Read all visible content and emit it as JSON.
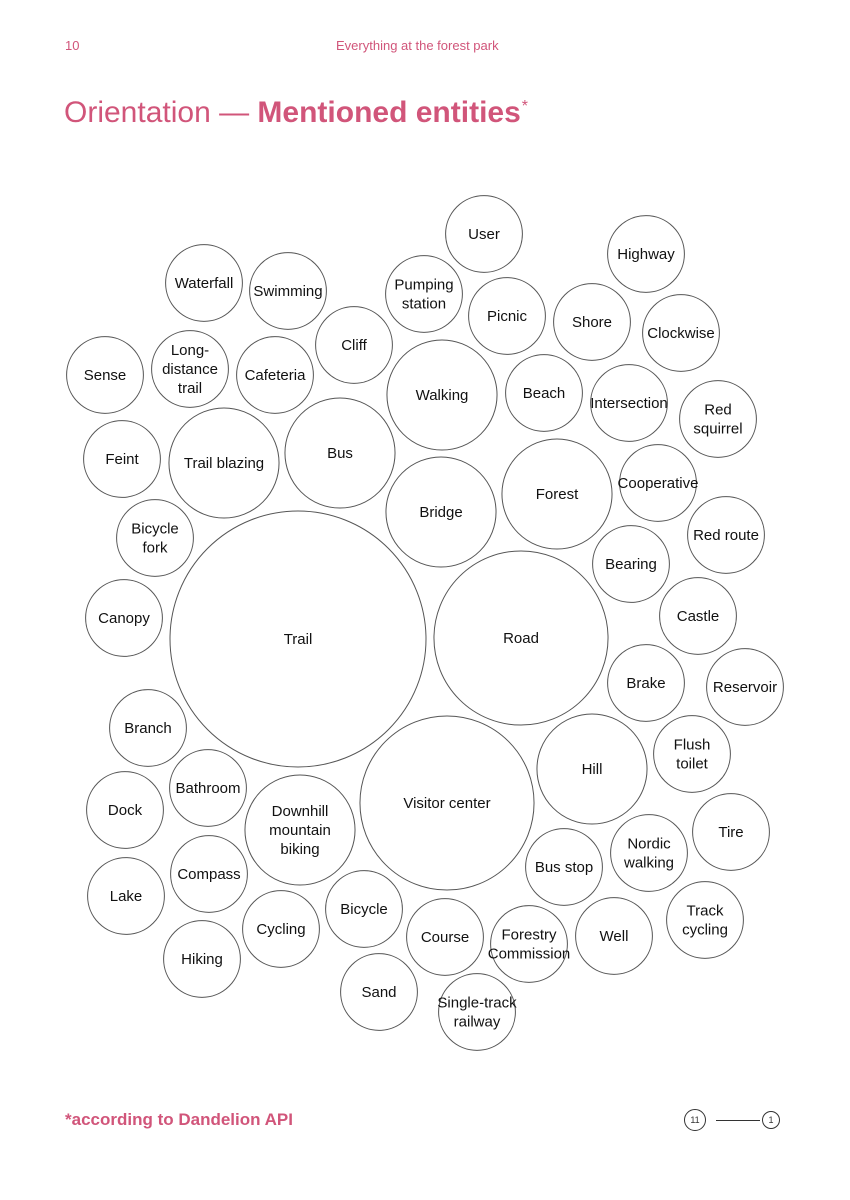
{
  "header": {
    "page_number": "10",
    "document_title": "Everything at the forest park"
  },
  "heading": {
    "prefix": "Orientation — ",
    "emphasis": "Mentioned entities",
    "marker": "*"
  },
  "footnote": "*according to Dandelion API",
  "pager": {
    "current": "11",
    "next": "1"
  },
  "colors": {
    "accent": "#d1557a",
    "circle_stroke": "#555555",
    "text": "#111111"
  },
  "chart_data": {
    "type": "bubble",
    "entities": [
      {
        "label": [
          "User"
        ],
        "relative_size": 0.3
      },
      {
        "label": [
          "Highway"
        ],
        "relative_size": 0.3
      },
      {
        "label": [
          "Waterfall"
        ],
        "relative_size": 0.3
      },
      {
        "label": [
          "Swimming"
        ],
        "relative_size": 0.3
      },
      {
        "label": [
          "Pumping",
          "station"
        ],
        "relative_size": 0.3
      },
      {
        "label": [
          "Picnic"
        ],
        "relative_size": 0.3
      },
      {
        "label": [
          "Shore"
        ],
        "relative_size": 0.3
      },
      {
        "label": [
          "Clockwise"
        ],
        "relative_size": 0.3
      },
      {
        "label": [
          "Cliff"
        ],
        "relative_size": 0.3
      },
      {
        "label": [
          "Sense"
        ],
        "relative_size": 0.3
      },
      {
        "label": [
          "Long-",
          "distance",
          "trail"
        ],
        "relative_size": 0.3
      },
      {
        "label": [
          "Cafeteria"
        ],
        "relative_size": 0.3
      },
      {
        "label": [
          "Walking"
        ],
        "relative_size": 0.43
      },
      {
        "label": [
          "Beach"
        ],
        "relative_size": 0.3
      },
      {
        "label": [
          "Intersection"
        ],
        "relative_size": 0.3
      },
      {
        "label": [
          "Red",
          "squirrel"
        ],
        "relative_size": 0.3
      },
      {
        "label": [
          "Feint"
        ],
        "relative_size": 0.3
      },
      {
        "label": [
          "Trail blazing"
        ],
        "relative_size": 0.43
      },
      {
        "label": [
          "Bus"
        ],
        "relative_size": 0.43
      },
      {
        "label": [
          "Bridge"
        ],
        "relative_size": 0.43
      },
      {
        "label": [
          "Forest"
        ],
        "relative_size": 0.43
      },
      {
        "label": [
          "Cooperative"
        ],
        "relative_size": 0.3
      },
      {
        "label": [
          "Bicycle",
          "fork"
        ],
        "relative_size": 0.3
      },
      {
        "label": [
          "Red route"
        ],
        "relative_size": 0.3
      },
      {
        "label": [
          "Bearing"
        ],
        "relative_size": 0.3
      },
      {
        "label": [
          "Canopy"
        ],
        "relative_size": 0.3
      },
      {
        "label": [
          "Trail"
        ],
        "relative_size": 1.0
      },
      {
        "label": [
          "Road"
        ],
        "relative_size": 0.68
      },
      {
        "label": [
          "Castle"
        ],
        "relative_size": 0.3
      },
      {
        "label": [
          "Brake"
        ],
        "relative_size": 0.3
      },
      {
        "label": [
          "Reservoir"
        ],
        "relative_size": 0.3
      },
      {
        "label": [
          "Branch"
        ],
        "relative_size": 0.3
      },
      {
        "label": [
          "Flush",
          "toilet"
        ],
        "relative_size": 0.3
      },
      {
        "label": [
          "Hill"
        ],
        "relative_size": 0.43
      },
      {
        "label": [
          "Bathroom"
        ],
        "relative_size": 0.3
      },
      {
        "label": [
          "Visitor center"
        ],
        "relative_size": 0.68
      },
      {
        "label": [
          "Dock"
        ],
        "relative_size": 0.3
      },
      {
        "label": [
          "Downhill",
          "mountain",
          "biking"
        ],
        "relative_size": 0.43
      },
      {
        "label": [
          "Tire"
        ],
        "relative_size": 0.3
      },
      {
        "label": [
          "Nordic",
          "walking"
        ],
        "relative_size": 0.3
      },
      {
        "label": [
          "Bus stop"
        ],
        "relative_size": 0.3
      },
      {
        "label": [
          "Compass"
        ],
        "relative_size": 0.3
      },
      {
        "label": [
          "Lake"
        ],
        "relative_size": 0.3
      },
      {
        "label": [
          "Bicycle"
        ],
        "relative_size": 0.3
      },
      {
        "label": [
          "Track",
          "cycling"
        ],
        "relative_size": 0.3
      },
      {
        "label": [
          "Cycling"
        ],
        "relative_size": 0.3
      },
      {
        "label": [
          "Course"
        ],
        "relative_size": 0.3
      },
      {
        "label": [
          "Forestry",
          "Commission"
        ],
        "relative_size": 0.3
      },
      {
        "label": [
          "Well"
        ],
        "relative_size": 0.3
      },
      {
        "label": [
          "Hiking"
        ],
        "relative_size": 0.3
      },
      {
        "label": [
          "Sand"
        ],
        "relative_size": 0.3
      },
      {
        "label": [
          "Single-track",
          "railway"
        ],
        "relative_size": 0.3
      }
    ]
  }
}
